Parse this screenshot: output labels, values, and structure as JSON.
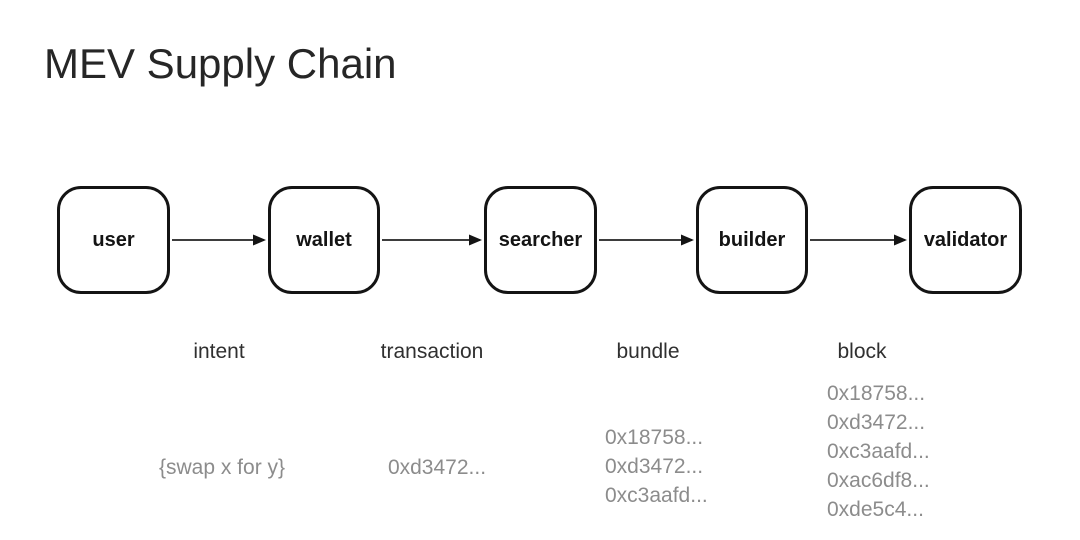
{
  "title": "MEV Supply Chain",
  "nodes": [
    {
      "label": "user"
    },
    {
      "label": "wallet"
    },
    {
      "label": "searcher"
    },
    {
      "label": "builder"
    },
    {
      "label": "validator"
    }
  ],
  "flows": [
    {
      "label": "intent",
      "example": "{swap x for y}"
    },
    {
      "label": "transaction",
      "example": "0xd3472..."
    },
    {
      "label": "bundle",
      "items": [
        "0x18758...",
        "0xd3472...",
        "0xc3aafd..."
      ]
    },
    {
      "label": "block",
      "items": [
        "0x18758...",
        "0xd3472...",
        "0xc3aafd...",
        "0xac6df8...",
        "0xde5c4..."
      ]
    }
  ],
  "colors": {
    "background": "#ffffff",
    "title_text": "#262626",
    "box_border": "#141414",
    "box_text": "#141414",
    "flow_label_text": "#303030",
    "muted_text": "#8c8c8c",
    "arrow": "#3d3d3d"
  }
}
